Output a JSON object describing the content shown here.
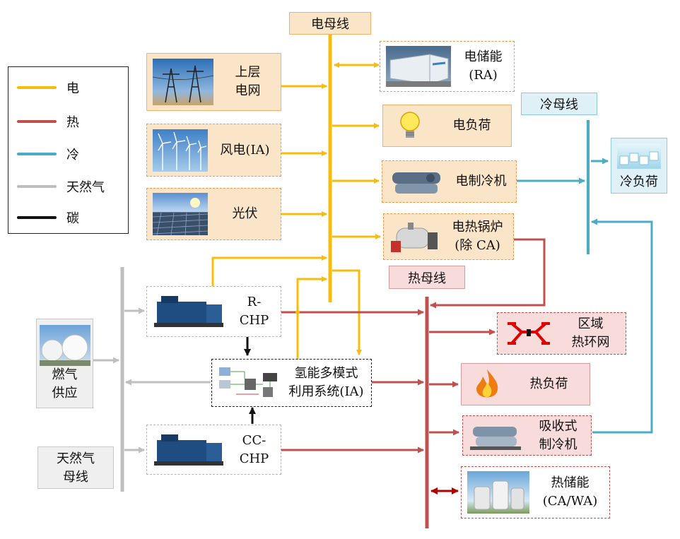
{
  "colors": {
    "electric": "#f7bd0c",
    "heat": "#c0504d",
    "cold": "#4bacc6",
    "gas": "#bfbfbf",
    "carbon": "#111111"
  },
  "legend": {
    "items": [
      {
        "label": "电",
        "color": "#f7bd0c"
      },
      {
        "label": "热",
        "color": "#c0504d"
      },
      {
        "label": "冷",
        "color": "#4bacc6"
      },
      {
        "label": "天然气",
        "color": "#bfbfbf"
      },
      {
        "label": "碳",
        "color": "#111111"
      }
    ]
  },
  "buses": {
    "electric": "电母线",
    "cold": "冷母线",
    "heat": "热母线",
    "gas_line1": "天然气",
    "gas_line2": "母线"
  },
  "nodes": {
    "upper_grid": {
      "line1": "上层",
      "line2": "电网",
      "icon": "transmission-tower-photo"
    },
    "wind": {
      "label": "风电(IA)",
      "icon": "wind-turbine-photo"
    },
    "pv": {
      "label": "光伏",
      "icon": "solar-panel-photo"
    },
    "elec_storage": {
      "line1": "电储能",
      "line2": "(RA)",
      "icon": "battery-container-photo"
    },
    "elec_load": {
      "label": "电负荷",
      "icon": "light-bulb-icon"
    },
    "elec_chiller": {
      "label": "电制冷机",
      "icon": "chiller-photo"
    },
    "elec_boiler": {
      "line1": "电热锅炉",
      "line2": "(除 CA)",
      "icon": "boiler-photo"
    },
    "cold_load": {
      "label": "冷负荷",
      "icon": "ice-photo"
    },
    "r_chp": {
      "line1": "R-",
      "line2": "CHP",
      "icon": "generator-photo"
    },
    "cc_chp": {
      "line1": "CC-",
      "line2": "CHP",
      "icon": "generator-photo"
    },
    "hydrogen": {
      "line1": "氢能多模式",
      "line2": "利用系统(IA)",
      "icon": "hydrogen-system-diagram"
    },
    "gas_supply": {
      "line1": "燃气",
      "line2": "供应",
      "icon": "gas-tank-photo"
    },
    "district_heat": {
      "line1": "区域",
      "line2": "热环网",
      "icon": "heat-network-icon"
    },
    "heat_load": {
      "label": "热负荷",
      "icon": "flame-icon"
    },
    "absorption_chiller": {
      "line1": "吸收式",
      "line2": "制冷机",
      "icon": "absorption-chiller-photo"
    },
    "heat_storage": {
      "line1": "热储能",
      "line2": "(CA/WA)",
      "icon": "storage-tank-photo"
    }
  }
}
